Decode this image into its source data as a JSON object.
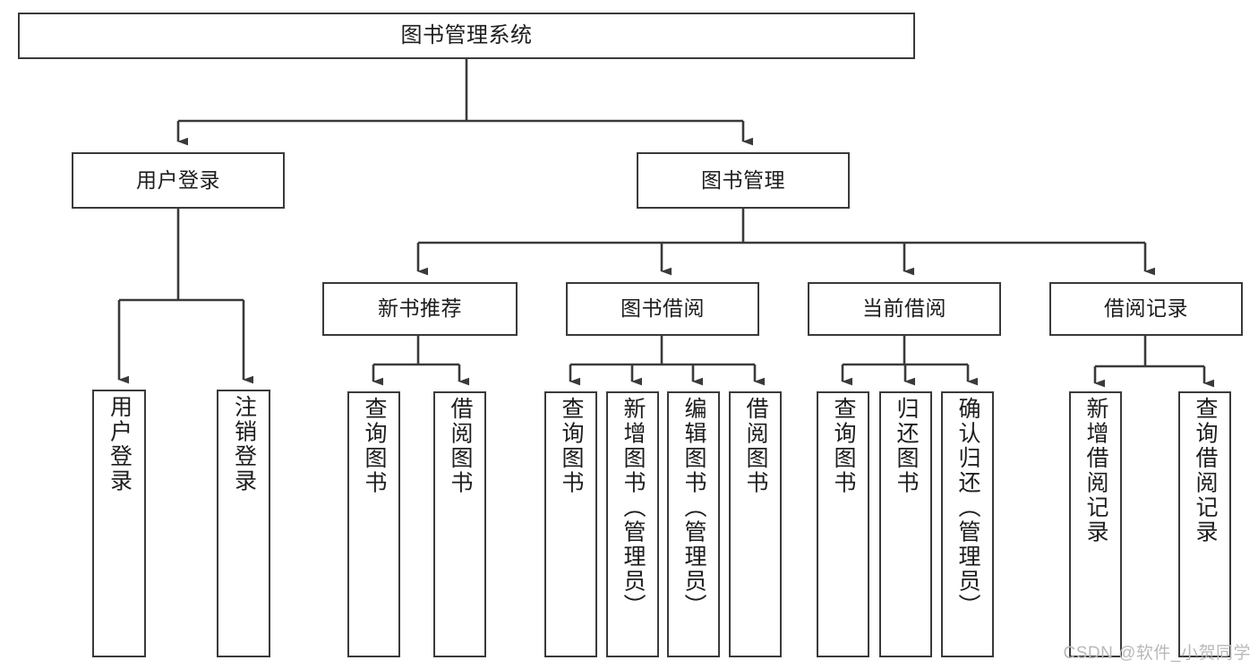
{
  "diagram": {
    "type": "tree-hierarchy-chart",
    "title": "图书管理系统",
    "watermark": "CSDN @软件_小贺同学",
    "colors": {
      "box_border": "#3a3a3a",
      "box_fill": "#ffffff",
      "connector": "#3a3a3a",
      "text": "#1d1d1d",
      "watermark": "#b9b9b9",
      "background": "#ffffff"
    },
    "levels": {
      "root": "图书管理系统",
      "level2": [
        "用户登录",
        "图书管理"
      ],
      "level3": [
        "新书推荐",
        "图书借阅",
        "当前借阅",
        "借阅记录"
      ]
    },
    "nodes": {
      "root": {
        "label": "图书管理系统"
      },
      "user_login": {
        "label": "用户登录"
      },
      "book_manage": {
        "label": "图书管理"
      },
      "new_book_rec": {
        "label": "新书推荐"
      },
      "book_borrow": {
        "label": "图书借阅"
      },
      "current_borrow": {
        "label": "当前借阅"
      },
      "borrow_record": {
        "label": "借阅记录"
      },
      "leaf_user_login": {
        "label": "用户登录"
      },
      "leaf_logout": {
        "label": "注销登录"
      },
      "leaf_query_book_a": {
        "label": "查询图书"
      },
      "leaf_borrow_book_a": {
        "label": "借阅图书"
      },
      "leaf_query_book_b": {
        "label": "查询图书"
      },
      "leaf_add_book": {
        "label": "新增图书（管理员）"
      },
      "leaf_edit_book": {
        "label": "编辑图书（管理员）"
      },
      "leaf_borrow_book_b": {
        "label": "借阅图书"
      },
      "leaf_query_book_c": {
        "label": "查询图书"
      },
      "leaf_return_book": {
        "label": "归还图书"
      },
      "leaf_confirm_return": {
        "label": "确认归还（管理员）"
      }
    },
    "leaf_groups": [
      {
        "parent": "用户登录",
        "items": [
          "用户登录",
          "注销登录"
        ]
      },
      {
        "parent": "新书推荐",
        "items": [
          "查询图书",
          "借阅图书"
        ]
      },
      {
        "parent": "图书借阅",
        "items": [
          "查询图书",
          "新增图书（管理员）",
          "编辑图书（管理员）",
          "借阅图书"
        ]
      },
      {
        "parent": "当前借阅",
        "items": [
          "查询图书",
          "归还图书",
          "确认归还（管理员）"
        ]
      },
      {
        "parent": "借阅记录",
        "items": [
          "新增借阅记录",
          "查询借阅记录"
        ]
      }
    ],
    "leaves": {
      "l1": "用户登录",
      "l2": "注销登录",
      "l3": "查询图书",
      "l4": "借阅图书",
      "l5": "查询图书",
      "l6": "新增图书（管理员）",
      "l7": "编辑图书（管理员）",
      "l8": "借阅图书",
      "l9": "查询图书",
      "l10": "归还图书",
      "l11": "确认归还（管理员）",
      "l12": "新增借阅记录",
      "l13": "查询借阅记录"
    }
  }
}
